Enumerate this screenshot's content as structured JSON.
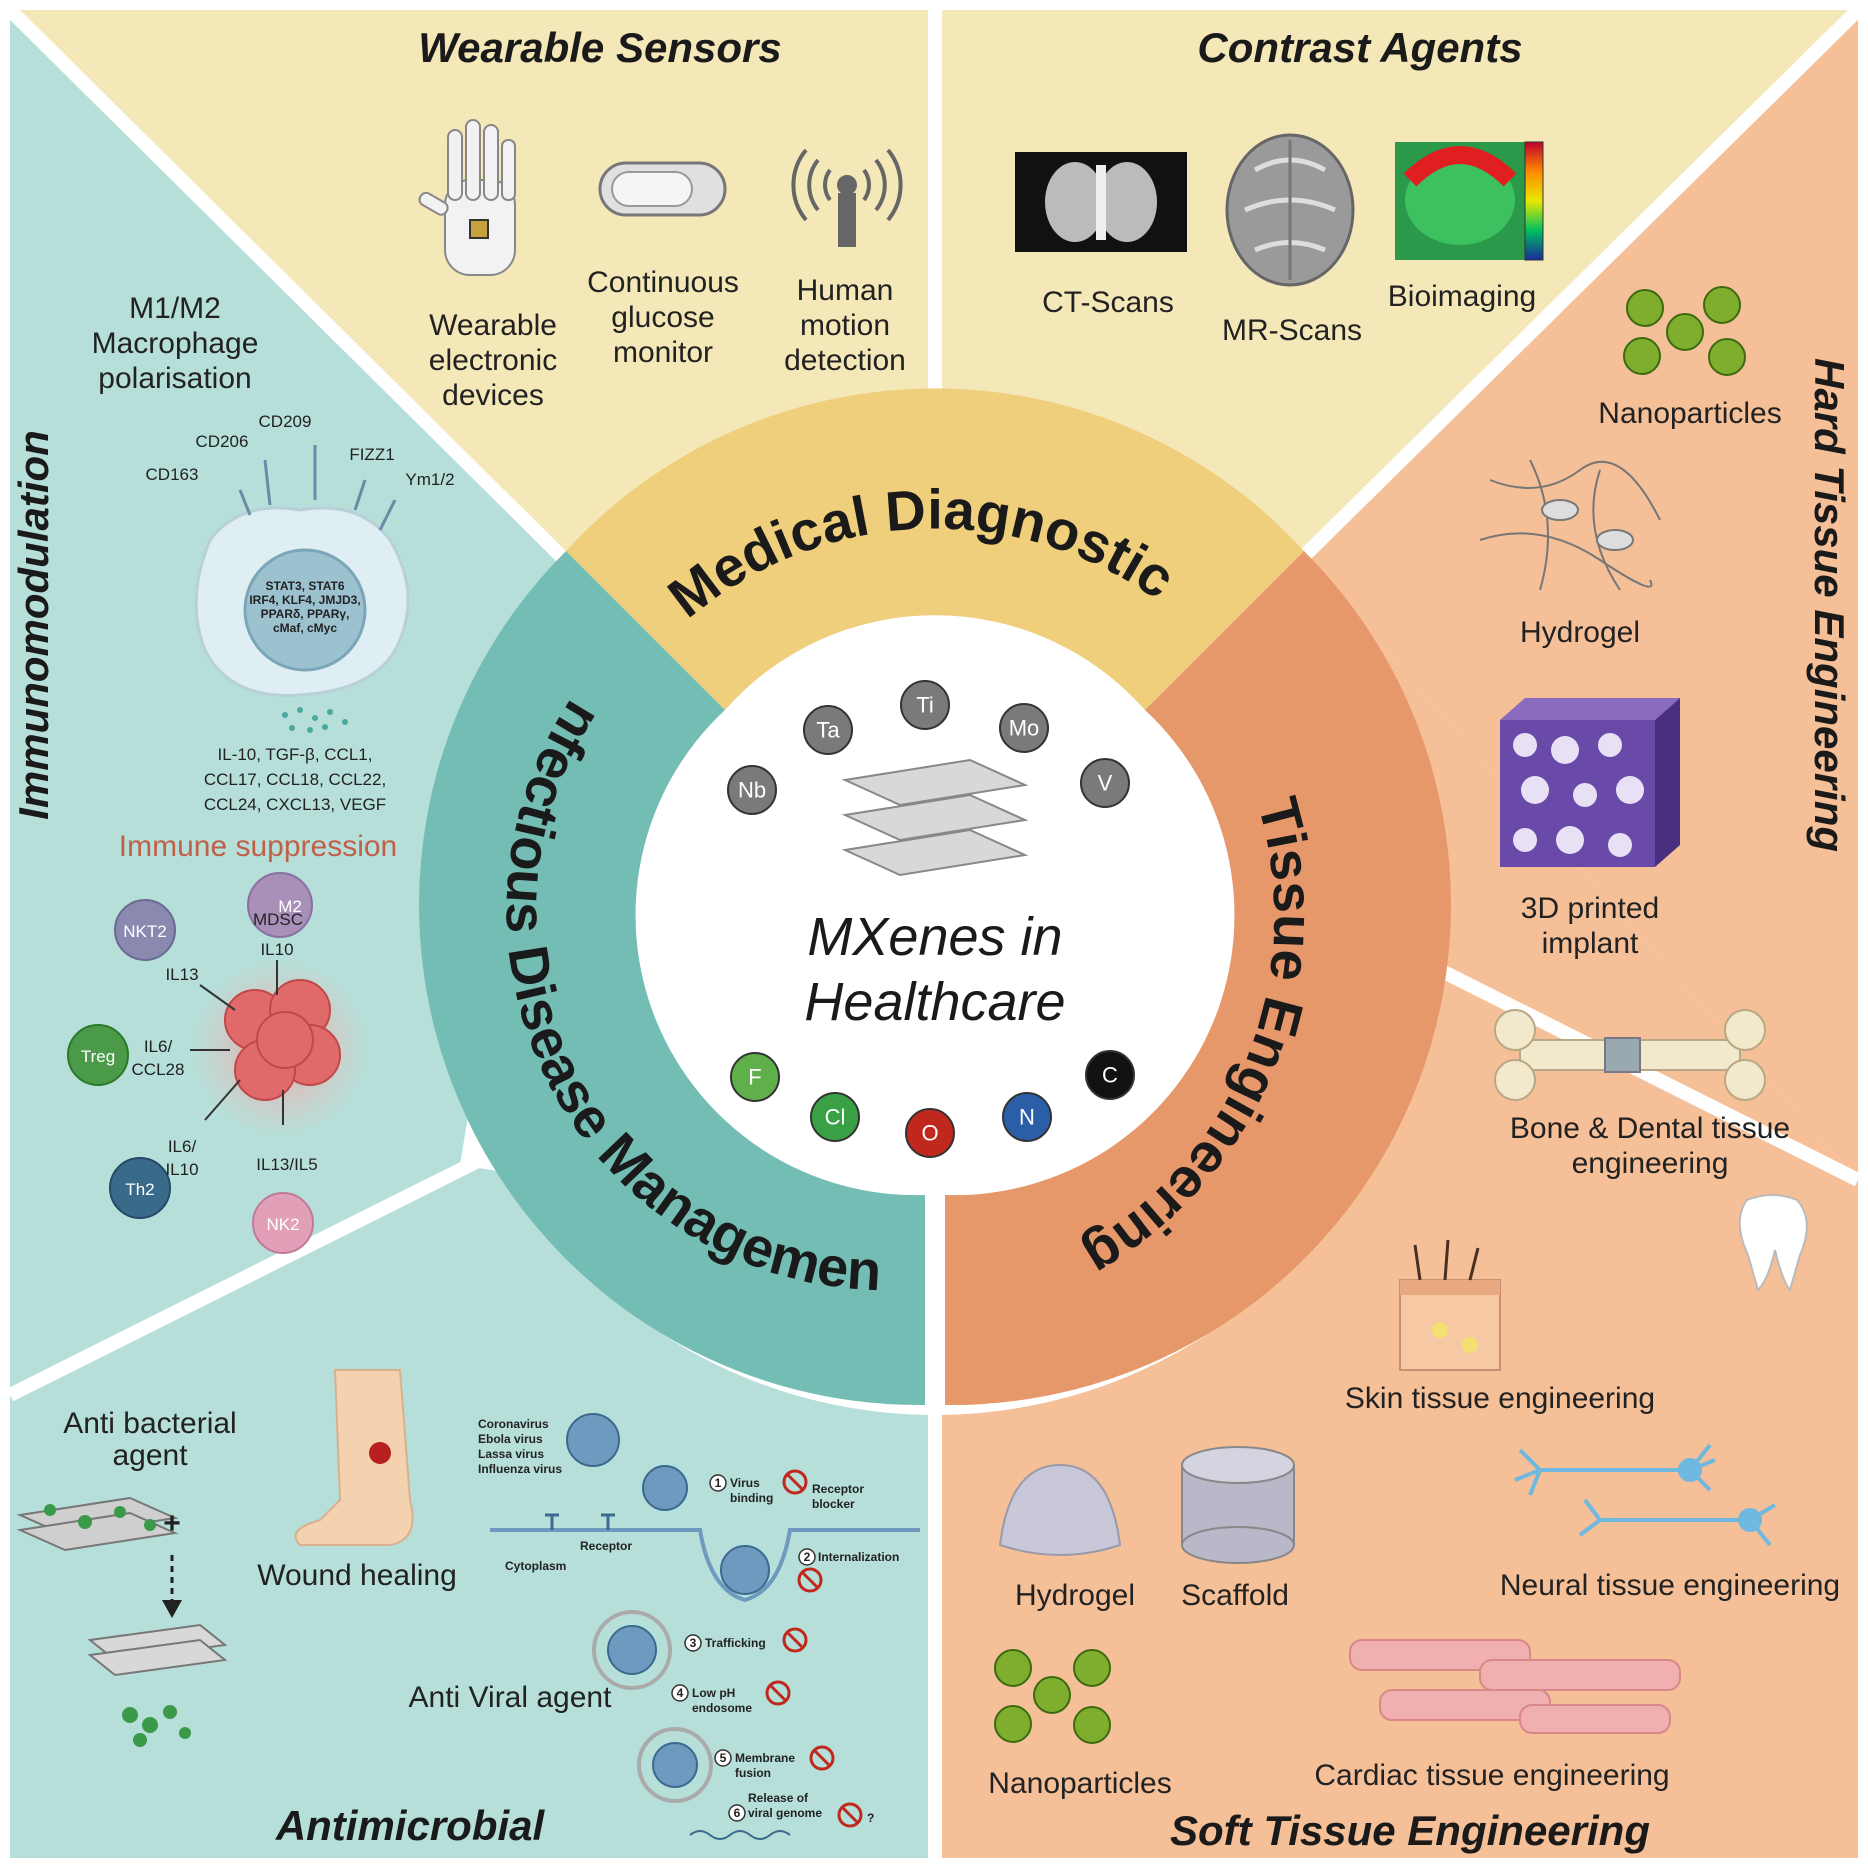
{
  "center": {
    "line1": "MXenes  in",
    "line2": "Healthcare"
  },
  "elements": {
    "top": [
      "Nb",
      "Ta",
      "Ti",
      "Mo",
      "V"
    ],
    "bottom": [
      "F",
      "Cl",
      "O",
      "N",
      "C"
    ]
  },
  "ring": {
    "medical": "Medical Diagnostics",
    "tissue": "Tissue Engineering",
    "infectious": "Infectious Disease Management"
  },
  "quadrants": {
    "wearable": {
      "title": "Wearable Sensors",
      "items": [
        {
          "lines": [
            "Wearable",
            "electronic",
            "devices"
          ]
        },
        {
          "lines": [
            "Continuous",
            "glucose",
            "monitor"
          ]
        },
        {
          "lines": [
            "Human",
            "motion",
            "detection"
          ]
        }
      ]
    },
    "contrast": {
      "title": "Contrast Agents",
      "items": [
        "CT-Scans",
        "MR-Scans",
        "Bioimaging"
      ]
    },
    "hard": {
      "title": "Hard Tissue Engineering",
      "items": {
        "nano": "Nanoparticles",
        "hydrogel": "Hydrogel",
        "implant": [
          "3D printed",
          "implant"
        ],
        "bone": [
          "Bone  &  Dental  tissue",
          "engineering"
        ]
      }
    },
    "soft": {
      "title": "Soft Tissue Engineering",
      "items": {
        "skin": "Skin  tissue  engineering",
        "hydrogel": "Hydrogel",
        "scaffold": "Scaffold",
        "neural": "Neural tissue  engineering",
        "nano": "Nanoparticles",
        "cardiac": "Cardiac tissue engineering"
      }
    },
    "immuno": {
      "title": "Immunomodulation",
      "macro": [
        "M1/M2",
        "Macrophage",
        "polarisation"
      ],
      "receptors": [
        "CD163",
        "CD206",
        "CD209",
        "FIZZ1",
        "Ym1/2"
      ],
      "nucleus": [
        "STAT3, STAT6",
        "IRF4, KLF4, JMJD3,",
        "PPARδ, PPARγ,",
        "cMaf, cMyc"
      ],
      "cytokines": [
        "IL-10, TGF-β, CCL1,",
        "CCL17, CCL18, CCL22,",
        "CCL24, CXCL13, VEGF"
      ],
      "suppression": "Immune suppression",
      "cells": {
        "m2": "M2",
        "mdsc": "MDSC",
        "nkt2": "NKT2",
        "treg": "Treg",
        "th2": "Th2",
        "nk2": "NK2"
      },
      "signals": {
        "il10": "IL10",
        "il13": "IL13",
        "il6ccl28": [
          "IL6/",
          "CCL28"
        ],
        "il6il10": [
          "IL6/",
          "IL10"
        ],
        "il13il5": "IL13/IL5"
      }
    },
    "antimicrobial": {
      "title": "Antimicrobial",
      "antibacterial": [
        "Anti bacterial",
        "agent"
      ],
      "plus": "+",
      "wound": "Wound healing",
      "antiviral": "Anti  Viral agent",
      "viruses": [
        "Coronavirus",
        "Ebola virus",
        "Lassa virus",
        "Influenza virus"
      ],
      "steps": [
        {
          "num": "1",
          "lines": [
            "Virus",
            "binding"
          ]
        },
        {
          "num": "2",
          "lines": [
            "Internalization"
          ]
        },
        {
          "num": "3",
          "lines": [
            "Trafficking"
          ]
        },
        {
          "num": "4",
          "lines": [
            "Low pH",
            "endosome"
          ]
        },
        {
          "num": "5",
          "lines": [
            "Membrane",
            "fusion"
          ]
        },
        {
          "num": "6",
          "lines": [
            "Release of",
            "viral genome"
          ]
        }
      ],
      "blocker": [
        "Receptor",
        "blocker"
      ],
      "receptor": "Receptor",
      "cytoplasm": "Cytoplasm",
      "question": "?"
    }
  },
  "colors": {
    "yellow": "#f4e7b8",
    "peach": "#f5bf97",
    "teal_light": "#b6dfd9",
    "ring_yellow": "#efcf7c",
    "ring_orange": "#e7986a",
    "ring_teal": "#74bdb4"
  }
}
